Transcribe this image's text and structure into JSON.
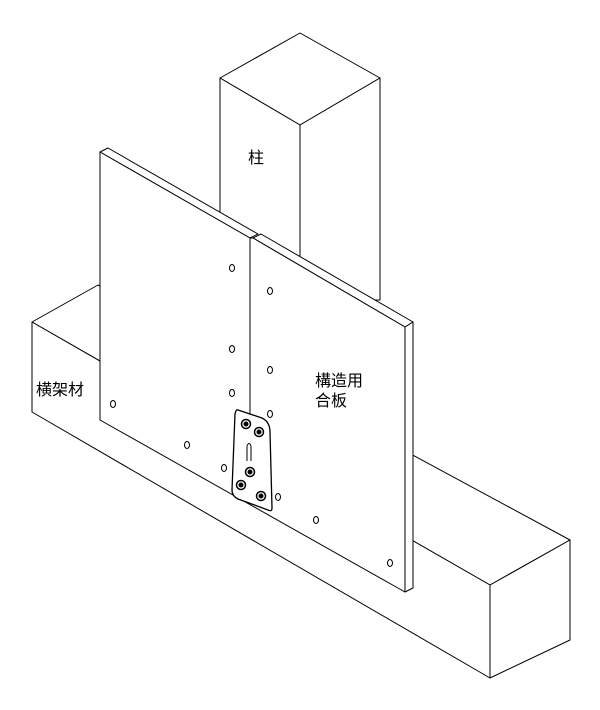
{
  "labels": {
    "column": "柱",
    "beam": "横架材",
    "plywood_line1": "構造用",
    "plywood_line2": "合板"
  },
  "colors": {
    "line": "#000000",
    "fill": "#ffffff"
  }
}
